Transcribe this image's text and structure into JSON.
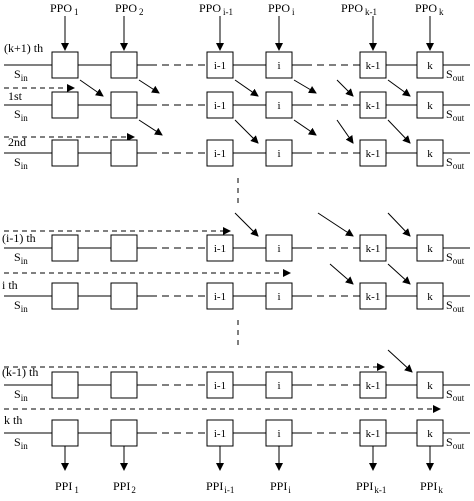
{
  "ppo": [
    {
      "main": "PPO",
      "sub": "1"
    },
    {
      "main": "PPO",
      "sub": "2"
    },
    {
      "main": "PPO",
      "sub": "i-1"
    },
    {
      "main": "PPO",
      "sub": "i"
    },
    {
      "main": "PPO",
      "sub": "k-1"
    },
    {
      "main": "PPO",
      "sub": "k"
    }
  ],
  "ppi": [
    {
      "main": "PPI",
      "sub": "1"
    },
    {
      "main": "PPI",
      "sub": "2"
    },
    {
      "main": "PPI",
      "sub": "i-1"
    },
    {
      "main": "PPI",
      "sub": "i"
    },
    {
      "main": "PPI",
      "sub": "k-1"
    },
    {
      "main": "PPI",
      "sub": "k"
    }
  ],
  "s_in": {
    "main": "S",
    "sub": "in"
  },
  "s_out": {
    "main": "S",
    "sub": "out"
  },
  "rows": [
    {
      "label": "(k+1) th",
      "cells": [
        "",
        "",
        "i-1",
        "i",
        "k-1",
        "k"
      ]
    },
    {
      "label": "1st",
      "cells": [
        "",
        "",
        "i-1",
        "i",
        "k-1",
        "k"
      ]
    },
    {
      "label": "2nd",
      "cells": [
        "",
        "",
        "i-1",
        "i",
        "k-1",
        "k"
      ]
    },
    {
      "label": "(i-1) th",
      "cells": [
        "",
        "",
        "i-1",
        "i",
        "k-1",
        "k"
      ]
    },
    {
      "label": "i th",
      "cells": [
        "",
        "",
        "i-1",
        "i",
        "k-1",
        "k"
      ]
    },
    {
      "label": "(k-1) th",
      "cells": [
        "",
        "",
        "i-1",
        "i",
        "k-1",
        "k"
      ]
    },
    {
      "label": "k th",
      "cells": [
        "",
        "",
        "i-1",
        "i",
        "k-1",
        "k"
      ]
    }
  ]
}
